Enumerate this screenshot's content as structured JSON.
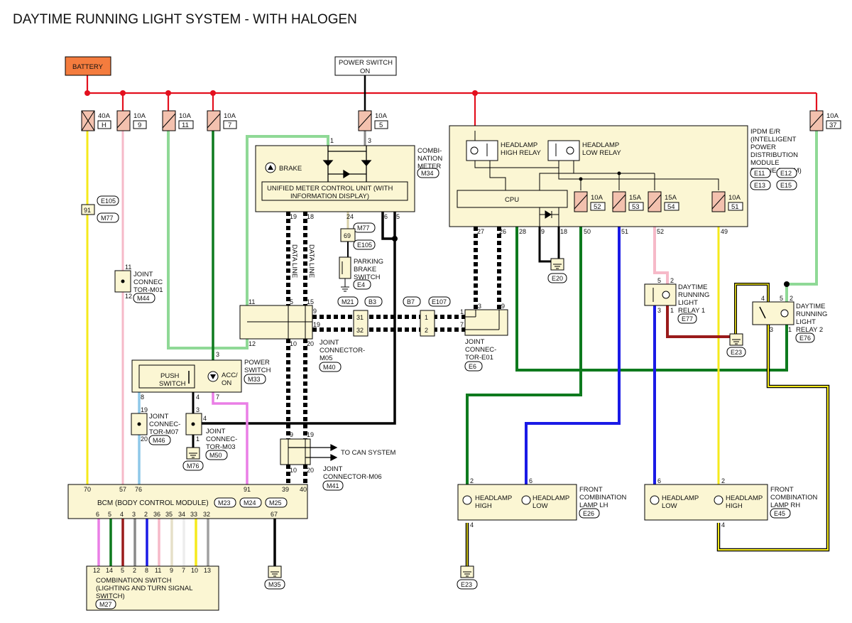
{
  "title": "DAYTIME RUNNING LIGHT SYSTEM - WITH HALOGEN",
  "battery": "BATTERY",
  "power_switch_on": [
    "POWER SWITCH",
    "ON"
  ],
  "fuses": [
    {
      "amp": "40A",
      "no": "H"
    },
    {
      "amp": "10A",
      "no": "9"
    },
    {
      "amp": "10A",
      "no": "11"
    },
    {
      "amp": "10A",
      "no": "7"
    },
    {
      "amp": "10A",
      "no": "5"
    },
    {
      "amp": "10A",
      "no": "37"
    },
    {
      "amp": "10A",
      "no": "52"
    },
    {
      "amp": "15A",
      "no": "53"
    },
    {
      "amp": "15A",
      "no": "54"
    },
    {
      "amp": "10A",
      "no": "51"
    }
  ],
  "combination_meter": {
    "label": [
      "COMBI-",
      "NATION",
      "METER"
    ],
    "connector": "M34",
    "brake": "BRAKE",
    "unit": [
      "UNIFIED METER CONTROL UNIT (WITH",
      "INFORMATION DISPLAY)"
    ]
  },
  "ipdm": {
    "label": [
      "IPDM E/R",
      "(INTELLIGENT",
      "POWER",
      "DISTRIBUTION",
      "MODULE",
      "ENGINE ROOM)"
    ],
    "connectors": [
      "E11",
      "E12",
      "E13",
      "E15"
    ],
    "cpu": "CPU",
    "headlamp_high_relay": [
      "HEADLAMP",
      "HIGH RELAY"
    ],
    "headlamp_low_relay": [
      "HEADLAMP",
      "LOW RELAY"
    ]
  },
  "data_line": "DATA LINE",
  "joint_connector_m01": {
    "label": [
      "JOINT",
      "CONNEC",
      "TOR-M01"
    ],
    "connector": "M44"
  },
  "joint_connector_m05": {
    "label": [
      "JOINT",
      "CONNECTOR-",
      "M05"
    ],
    "connector": "M40"
  },
  "joint_connector_e01": {
    "label": [
      "JOINT",
      "CONNEC-",
      "TOR-E01"
    ],
    "connector": "E6"
  },
  "joint_connector_m07": {
    "label": [
      "JOINT",
      "CONNEC-",
      "TOR-M07"
    ],
    "connector": "M46"
  },
  "joint_connector_m03": {
    "label": [
      "JOINT",
      "CONNEC-",
      "TOR-M03"
    ],
    "connector": "M50"
  },
  "joint_connector_m06": {
    "label": [
      "JOINT",
      "CONNECTOR-M06"
    ],
    "connector": "M41"
  },
  "to_can_system": "TO CAN SYSTEM",
  "parking_brake_switch": {
    "label": [
      "PARKING",
      "BRAKE",
      "SWITCH"
    ],
    "connector": "E4"
  },
  "power_switch": {
    "label": [
      "POWER",
      "SWITCH"
    ],
    "connector": "M33",
    "push_switch": [
      "PUSH",
      "SWITCH"
    ],
    "acc_on": [
      "ACC/",
      "ON"
    ]
  },
  "drl_relay_1": {
    "label": [
      "DAYTIME",
      "RUNNING",
      "LIGHT",
      "RELAY 1"
    ],
    "connector": "E77"
  },
  "drl_relay_2": {
    "label": [
      "DAYTIME",
      "RUNNING",
      "LIGHT",
      "RELAY 2"
    ],
    "connector": "E76"
  },
  "bcm": {
    "label": "BCM (BODY CONTROL MODULE)",
    "connectors": [
      "M23",
      "M24",
      "M25"
    ]
  },
  "combination_switch": {
    "label": [
      "COMBINATION SWITCH",
      "(LIGHTING AND TURN SIGNAL",
      "SWITCH)"
    ],
    "connector": "M27"
  },
  "front_lamp_lh": {
    "label": [
      "FRONT",
      "COMBINATION",
      "LAMP LH"
    ],
    "connector": "E26",
    "high": [
      "HEADLAMP",
      "HIGH"
    ],
    "low": [
      "HEADLAMP",
      "LOW"
    ]
  },
  "front_lamp_rh": {
    "label": [
      "FRONT",
      "COMBINATION",
      "LAMP RH"
    ],
    "connector": "E45",
    "low": [
      "HEADLAMP",
      "LOW"
    ],
    "high": [
      "HEADLAMP",
      "HIGH"
    ]
  },
  "connector_tags": {
    "e105": "E105",
    "m77": "M77",
    "m21": "M21",
    "b3": "B3",
    "b7": "B7",
    "e107": "E107",
    "e20": "E20",
    "e23": "E23",
    "m35": "M35",
    "m76": "M76"
  },
  "inline_numbers": {
    "c91": "91",
    "c69": "69",
    "c31": "31",
    "c32": "32",
    "c1": "1",
    "c2": "2"
  },
  "wire_colors": {
    "red": "#e3101e",
    "yellow": "#f5ea1c",
    "pink": "#f6b9c8",
    "light_green": "#8fd996",
    "green": "#0e7a1e",
    "blue": "#1a1ae6",
    "light_blue": "#8ec8e8",
    "magenta": "#ea7ee6",
    "brown_red": "#9a1b1b",
    "gray": "#8a8a8a",
    "black": "#000000",
    "box_fill": "#fbf6d3",
    "battery_fill": "#f47c3e",
    "fuse_fill": "#f3c1ae"
  }
}
